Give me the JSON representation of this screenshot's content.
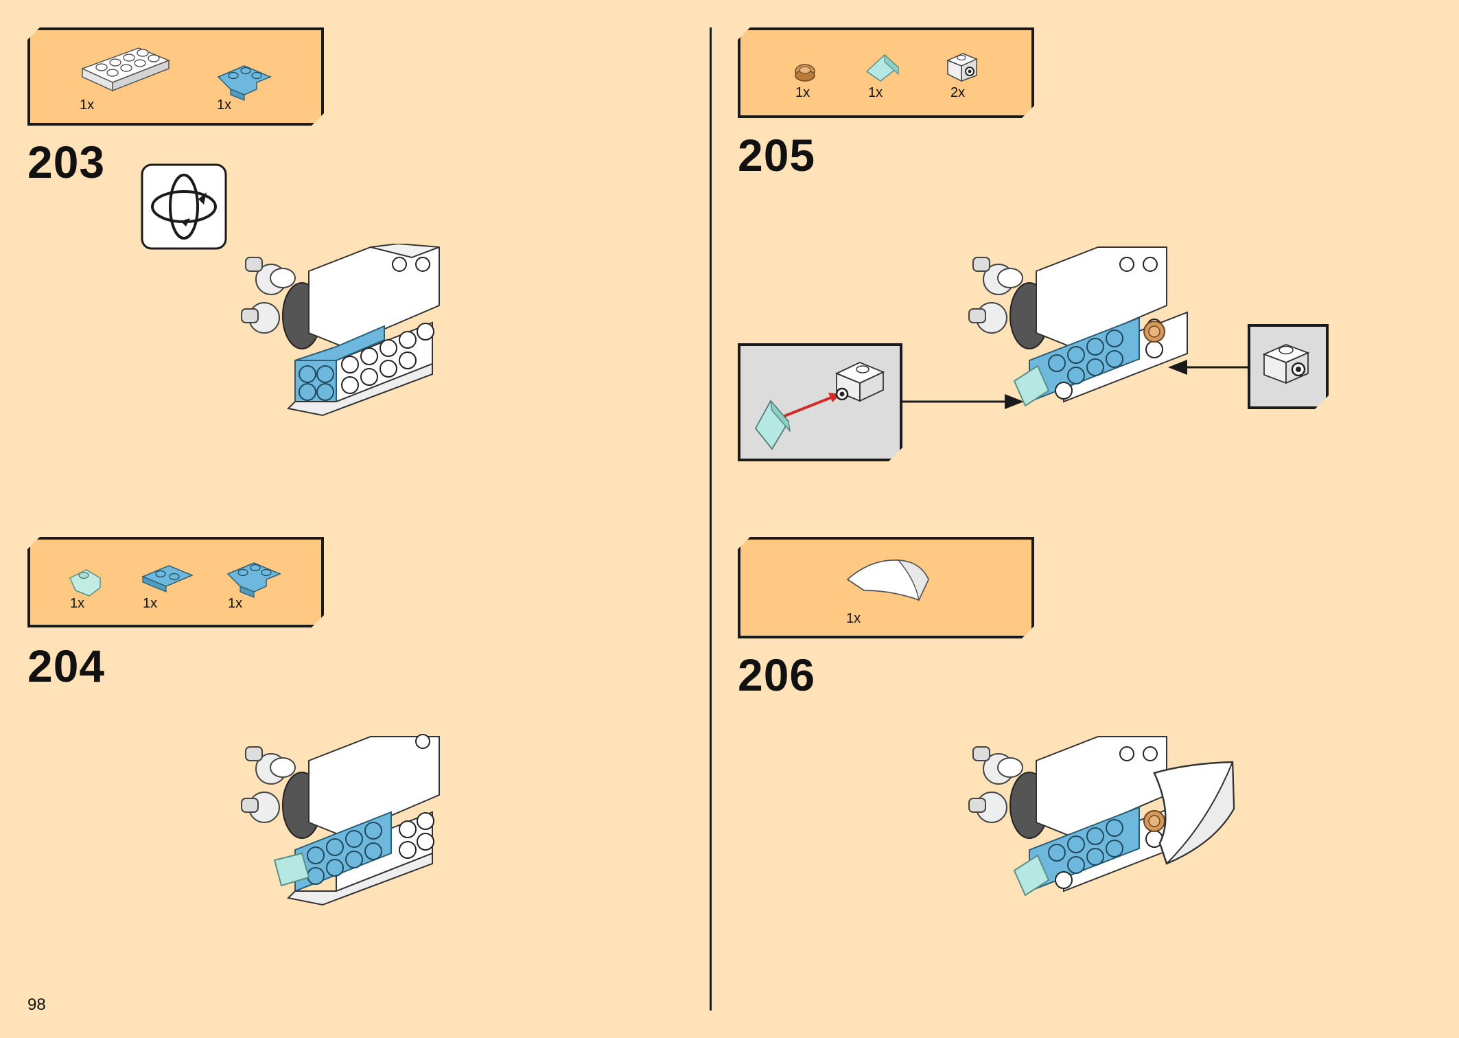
{
  "page_number": "98",
  "colors": {
    "page_background": "#ffe2b8",
    "parts_box_fill": "#ffc983",
    "outline": "#1a1a1a",
    "brick_blue": "#6db8dc",
    "brick_white": "#ffffff",
    "trans_clear_blue": "#b5e8e2",
    "pearl_gold": "#d49a5b",
    "callout_gray": "#dcdcdc",
    "arrow_red": "#d42a2a"
  },
  "steps": [
    {
      "number": "203",
      "parts": [
        {
          "icon": "white-plate-2x4-icon",
          "qty": "1x"
        },
        {
          "icon": "blue-corner-plate-icon",
          "qty": "1x"
        }
      ],
      "rotate_icon": "rotate-model-icon"
    },
    {
      "number": "204",
      "parts": [
        {
          "icon": "trans-clear-tooth-plate-icon",
          "qty": "1x"
        },
        {
          "icon": "blue-plate-1x2-icon",
          "qty": "1x"
        },
        {
          "icon": "blue-corner-plate-icon",
          "qty": "1x"
        }
      ]
    },
    {
      "number": "205",
      "parts": [
        {
          "icon": "gold-round-tile-icon",
          "qty": "1x"
        },
        {
          "icon": "trans-clear-slope-icon",
          "qty": "1x"
        },
        {
          "icon": "white-bracket-icon",
          "qty": "2x"
        }
      ]
    },
    {
      "number": "206",
      "parts": [
        {
          "icon": "white-curved-wedge-icon",
          "qty": "1x"
        }
      ]
    }
  ]
}
